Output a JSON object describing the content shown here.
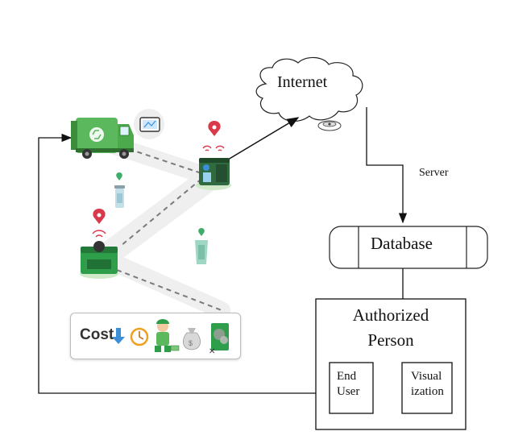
{
  "internet": {
    "label": "Internet"
  },
  "server": {
    "label": "Server"
  },
  "database": {
    "label": "Database"
  },
  "authorized_person": {
    "line1": "Authorized",
    "line2": "Person"
  },
  "end_user": {
    "line1": "End",
    "line2": "User"
  },
  "visualization": {
    "line1": "Visual",
    "line2": "ization"
  },
  "cost_panel": {
    "label": "Cost"
  },
  "colors": {
    "truck": "#5cb85c",
    "bin_green": "#2e9e4a",
    "pin_red": "#d9394a",
    "pin_green": "#3fae6a",
    "path": "#eeeeee",
    "dashed": "#777777",
    "accent_blue": "#3a8fd8",
    "accent_orange": "#f0a020"
  },
  "icons": [
    "garbage-truck-icon",
    "tablet-icon",
    "smart-bin-icon",
    "location-pin-icon",
    "wifi-icon",
    "down-arrow-icon",
    "clock-icon",
    "worker-icon",
    "money-bag-icon",
    "pollution-bin-icon",
    "router-icon"
  ]
}
